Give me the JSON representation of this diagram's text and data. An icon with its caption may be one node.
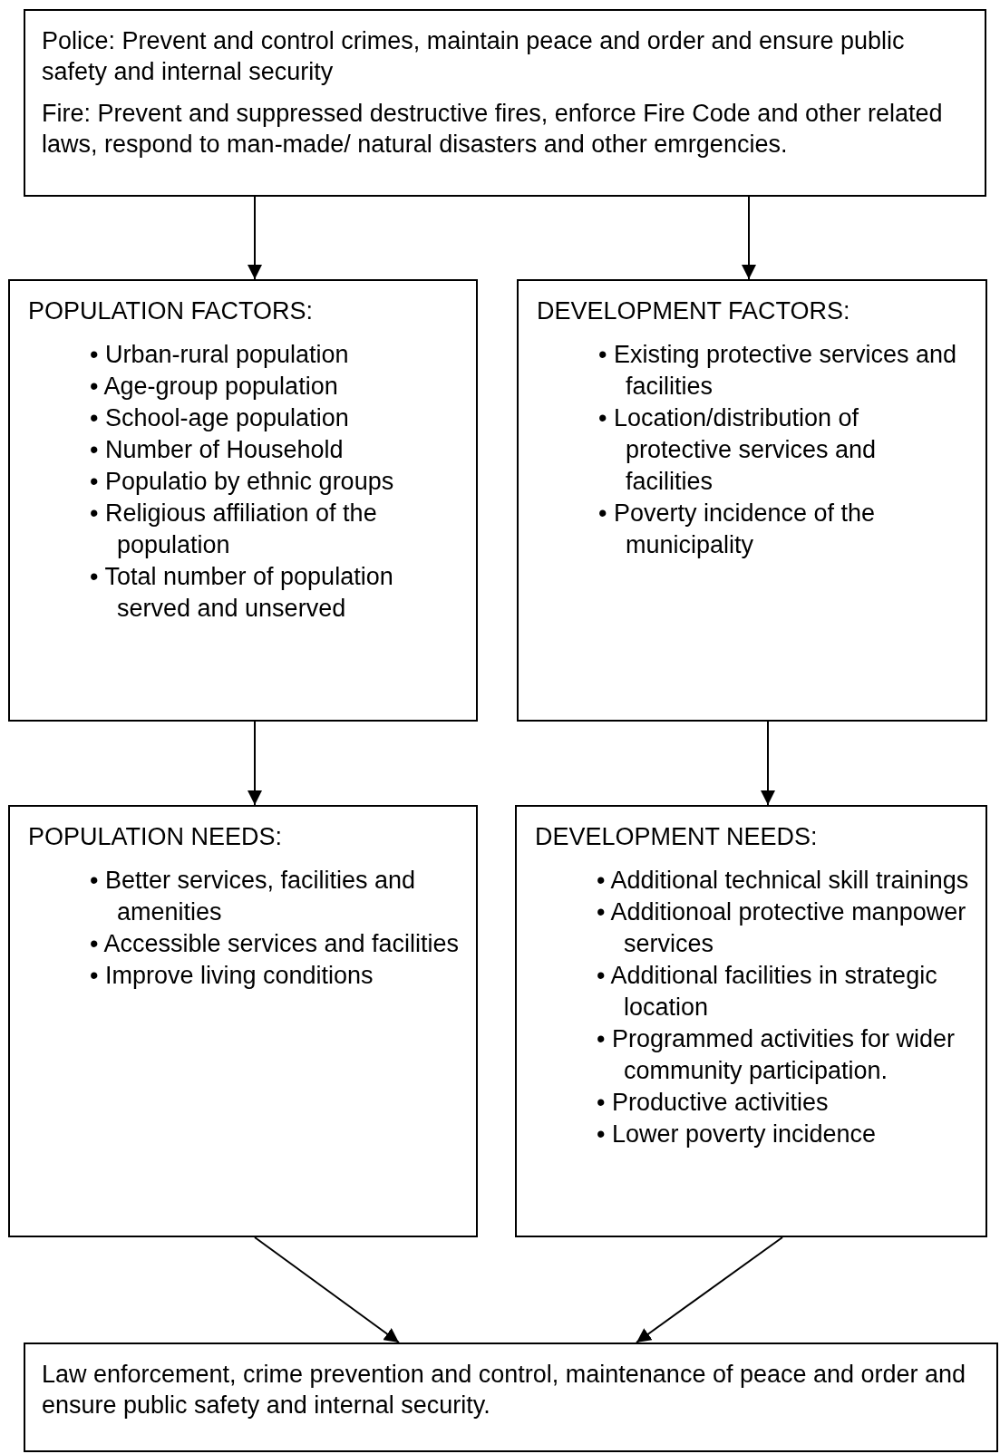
{
  "diagram": {
    "nodes": [
      {
        "text": [
          "Police: Prevent and control crimes, maintain peace and order and ensure public safety and internal security",
          "Fire: Prevent and suppressed destructive fires, enforce Fire Code and other related laws, respond to man-made/ natural disasters and other emrgencies."
        ]
      },
      {
        "text": [
          "POPULATION FACTORS:",
          "• Urban-rural population",
          "• Age-group population",
          "• School-age population",
          "• Number of Household",
          "• Populatio by ethnic groups",
          "• Religious affiliation of the population",
          "• Total number of population served and unserved"
        ]
      },
      {
        "text": [
          "DEVELOPMENT FACTORS:",
          "• Existing protective services and facilities",
          "• Location/distribution of protective services and facilities",
          "• Poverty incidence of the municipality"
        ]
      },
      {
        "text": [
          "POPULATION NEEDS:",
          "• Better services, facilities and amenities",
          "• Accessible services and facilities",
          "• Improve living conditions"
        ]
      },
      {
        "text": [
          "DEVELOPMENT NEEDS:",
          "• Additional technical skill trainings",
          "• Additionoal protective manpower services",
          "• Additional facilities in strategic location",
          "• Programmed activities for wider community participation.",
          "• Productive activities",
          "• Lower poverty incidence"
        ]
      },
      {
        "text": [
          "Law enforcement, crime prevention and control, maintenance of peace and order and ensure public safety and internal security."
        ]
      }
    ],
    "edges": [
      {
        "from": 0,
        "to": 1,
        "arrow": "to"
      },
      {
        "from": 0,
        "to": 2,
        "arrow": "to"
      },
      {
        "from": 1,
        "to": 3,
        "arrow": "to"
      },
      {
        "from": 2,
        "to": 4,
        "arrow": "to"
      },
      {
        "from": 3,
        "to": 5,
        "arrow": "to"
      },
      {
        "from": 4,
        "to": 5,
        "arrow": "to"
      }
    ]
  }
}
